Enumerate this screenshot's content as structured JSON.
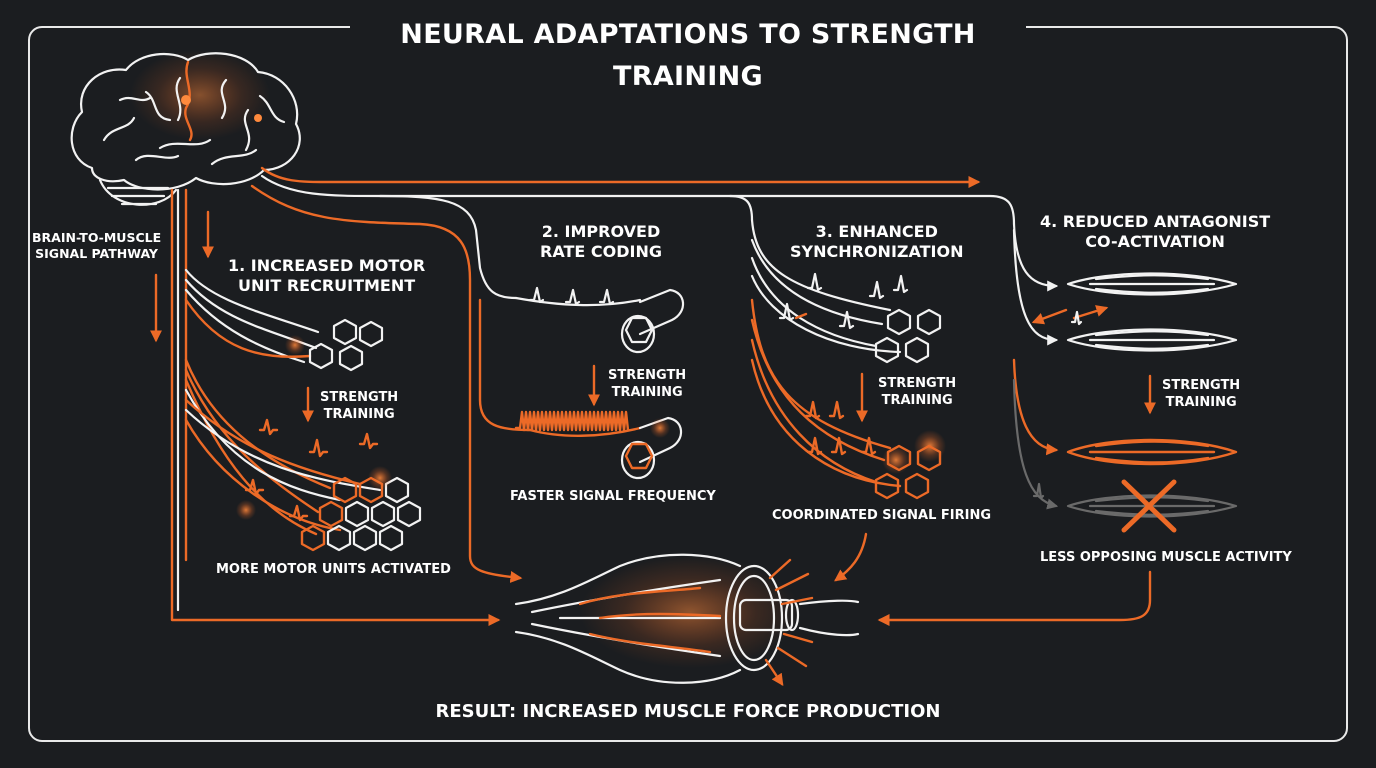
{
  "title": "NEURAL ADAPTATIONS TO STRENGTH TRAINING",
  "pathway_label": [
    "BRAIN-TO-MUSCLE",
    "SIGNAL PATHWAY"
  ],
  "sections": [
    {
      "heading": [
        "1. INCREASED MOTOR",
        "UNIT RECRUITMENT"
      ],
      "training": [
        "STRENGTH",
        "TRAINING"
      ],
      "caption": "MORE MOTOR UNITS ACTIVATED"
    },
    {
      "heading": [
        "2. IMPROVED",
        "RATE CODING"
      ],
      "training": [
        "STRENGTH",
        "TRAINING"
      ],
      "caption": "FASTER SIGNAL FREQUENCY"
    },
    {
      "heading": [
        "3. ENHANCED",
        "SYNCHRONIZATION"
      ],
      "training": [
        "STRENGTH",
        "TRAINING"
      ],
      "caption": "COORDINATED SIGNAL FIRING"
    },
    {
      "heading": [
        "4. REDUCED ANTAGONIST",
        "CO-ACTIVATION"
      ],
      "training": [
        "STRENGTH",
        "TRAINING"
      ],
      "caption": "LESS OPPOSING MUSCLE ACTIVITY"
    }
  ],
  "result": "RESULT: INCREASED MUSCLE FORCE PRODUCTION",
  "colors": {
    "background": "#1b1d20",
    "accent": "#ec6a27",
    "line": "#f2f2f2",
    "muted": "#6a6a6a"
  }
}
